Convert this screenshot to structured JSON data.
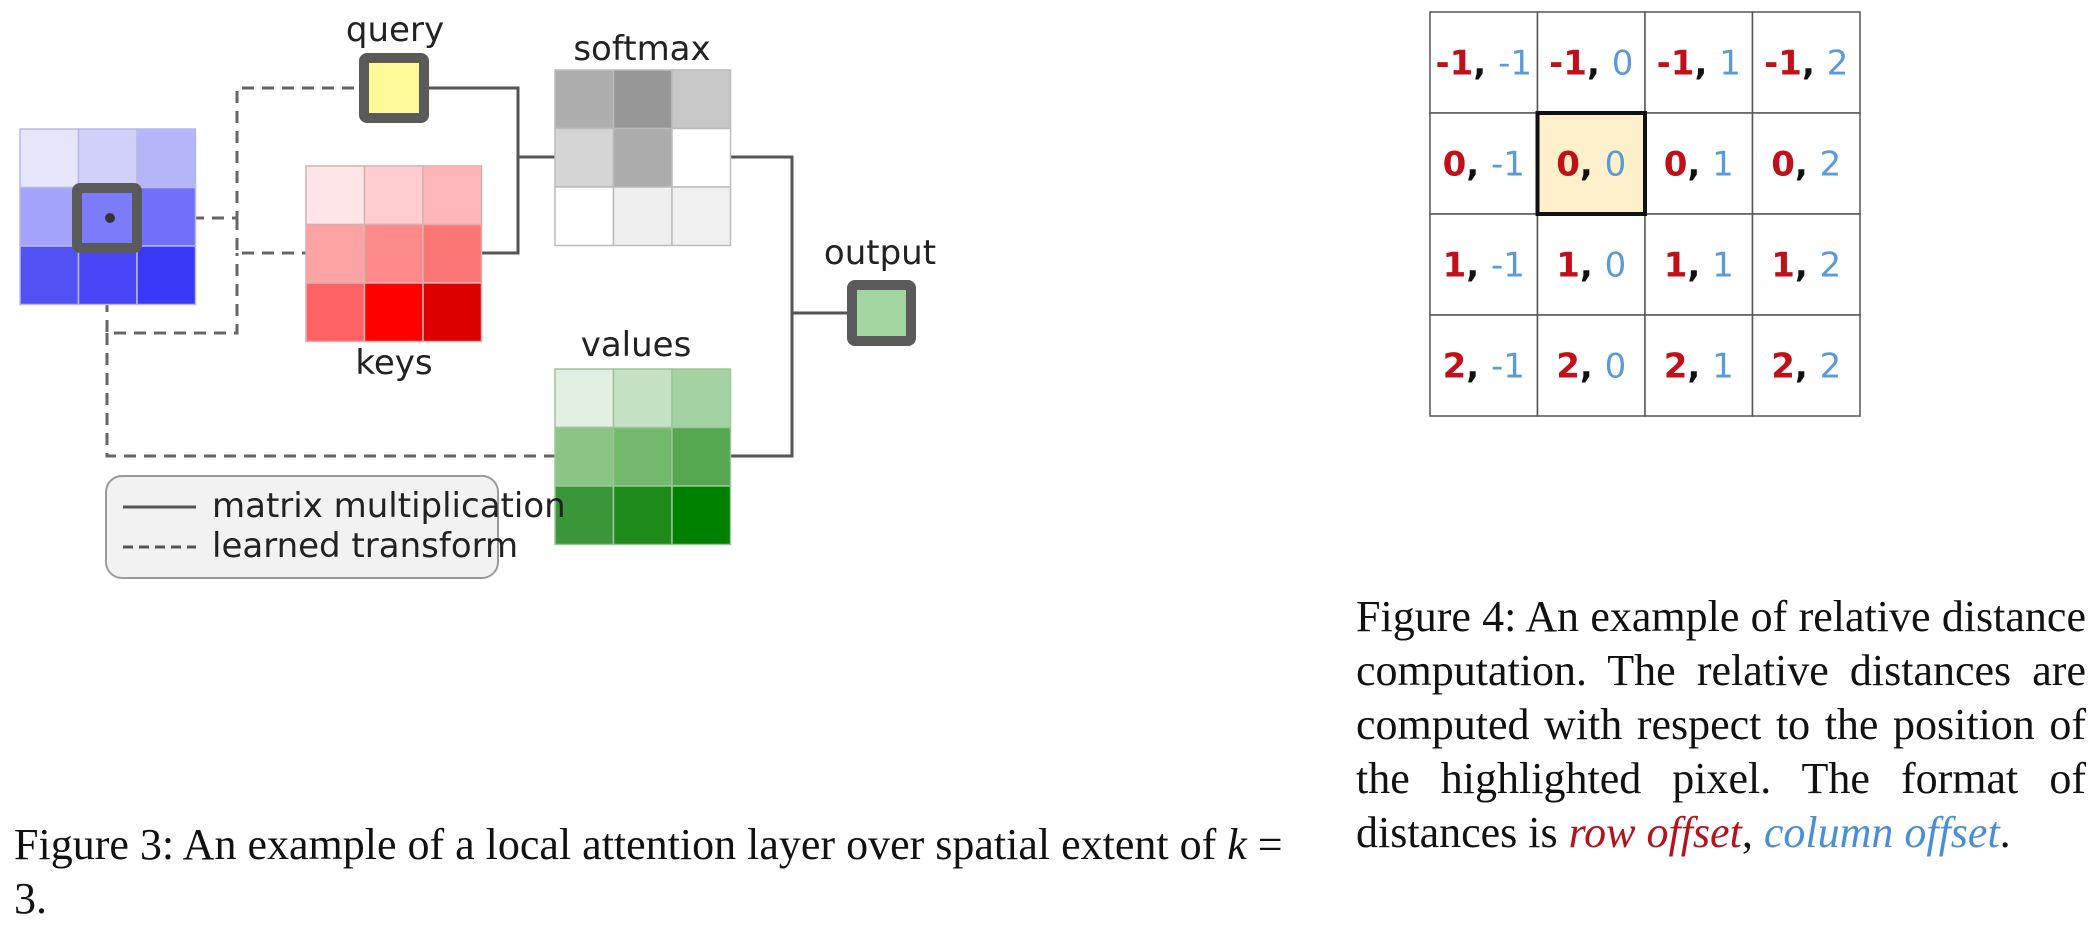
{
  "figure3": {
    "labels": {
      "query": "query",
      "keys": "keys",
      "softmax": "softmax",
      "values": "values",
      "output": "output"
    },
    "legend": {
      "solid": "matrix multiplication",
      "dashed": "learned transform"
    },
    "caption": {
      "prefix": "Figure 3: An example of a local attention layer over spatial extent of",
      "var": "k",
      "eq": " = ",
      "num": "3",
      "end": "."
    },
    "colors": {
      "input": [
        "#e6e6fb",
        "#d0d0fb",
        "#b5b5fb",
        "#a3a3fb",
        "#7c7cfb",
        "#7070fb",
        "#5252f4",
        "#4646f6",
        "#3838f6"
      ],
      "query": "#fffa99",
      "keys": [
        "#ffe5e7",
        "#ffcdd0",
        "#ffb6b9",
        "#fea3a3",
        "#ff8a8a",
        "#fd7676",
        "#ff6262",
        "#fe0000",
        "#dd0000"
      ],
      "softmax": [
        "#aeaeae",
        "#979797",
        "#c7c7c7",
        "#d5d5d5",
        "#acacac",
        "#ffffff",
        "#ffffff",
        "#efefef",
        "#f0f0f0"
      ],
      "values": [
        "#e2f0e1",
        "#c6e2c5",
        "#a3d3a0",
        "#8bc586",
        "#73b96d",
        "#55a850",
        "#3a9739",
        "#1e8a1a",
        "#008000"
      ],
      "output": "#a3d5a0"
    }
  },
  "figure4": {
    "rows": [
      [
        [
          "-1",
          "-1"
        ],
        [
          "-1",
          "0"
        ],
        [
          "-1",
          "1"
        ],
        [
          "-1",
          "2"
        ]
      ],
      [
        [
          "0",
          "-1"
        ],
        [
          "0",
          "0"
        ],
        [
          "0",
          "1"
        ],
        [
          "0",
          "2"
        ]
      ],
      [
        [
          "1",
          "-1"
        ],
        [
          "1",
          "0"
        ],
        [
          "1",
          "1"
        ],
        [
          "1",
          "2"
        ]
      ],
      [
        [
          "2",
          "-1"
        ],
        [
          "2",
          "0"
        ],
        [
          "2",
          "1"
        ],
        [
          "2",
          "2"
        ]
      ]
    ],
    "highlight": [
      1,
      1
    ],
    "colors": {
      "row": "#c0101a",
      "col": "#5b9bd5",
      "highlight": "#fff0cc"
    },
    "caption": {
      "text": "Figure 4: An example of relative distance computation. The relative distances are computed with respect to the position of the highlighted pixel. The format of distances is",
      "row_offset": "row offset",
      "comma": ", ",
      "column_offset": "column offset",
      "end": "."
    }
  }
}
